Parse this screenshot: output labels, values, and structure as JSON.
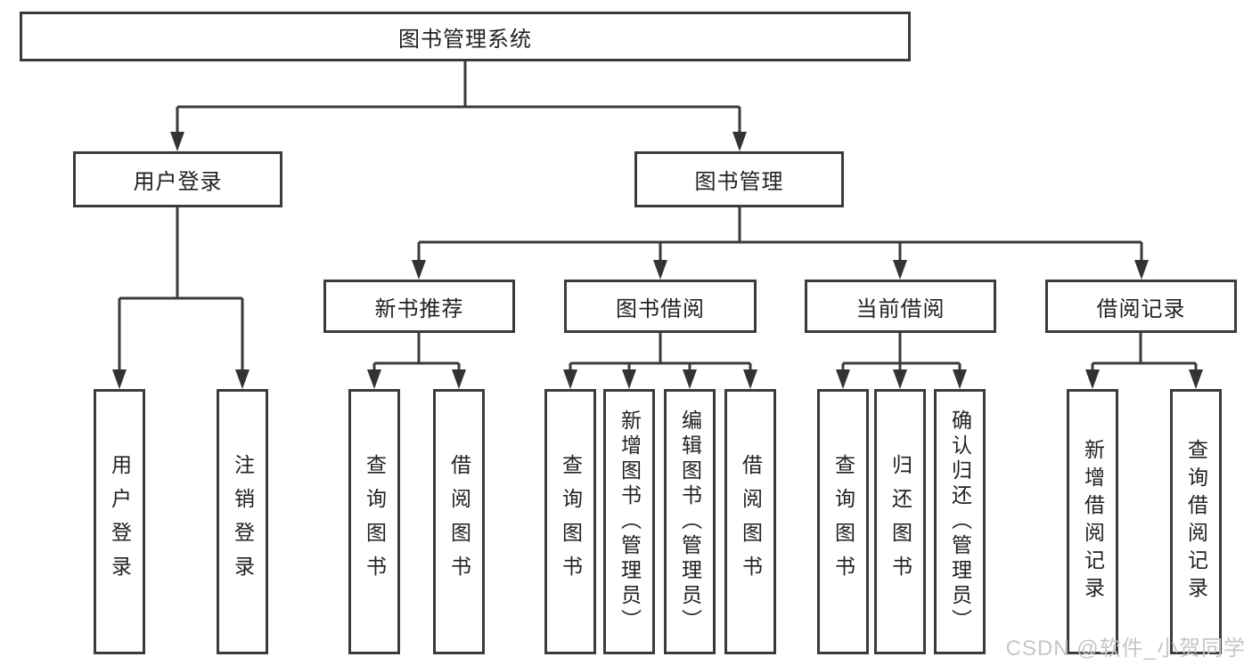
{
  "diagram_title": "图书管理系统",
  "colors": {
    "line": "#3b3b3b",
    "box_border": "#3b3b3b",
    "box_background": "#ffffff",
    "text": "#222222",
    "watermark": "#c8c5c5"
  },
  "watermark": {
    "text": "CSDN @软件_小贺同学"
  },
  "nodes": {
    "root": {
      "label": "图书管理系统"
    },
    "user_login": {
      "label": "用户登录"
    },
    "book_mgmt": {
      "label": "图书管理"
    },
    "new_books": {
      "label": "新书推荐"
    },
    "book_borrow": {
      "label": "图书借阅"
    },
    "current_borrow": {
      "label": "当前借阅"
    },
    "borrow_records": {
      "label": "借阅记录"
    },
    "leaf_user_login": {
      "label": "用户登录"
    },
    "leaf_logout": {
      "label": "注销登录"
    },
    "leaf_nb_query": {
      "label": "查询图书"
    },
    "leaf_nb_borrow": {
      "label": "借阅图书"
    },
    "leaf_bb_query": {
      "label": "查询图书"
    },
    "leaf_bb_add": {
      "label": "新增图书（管理员）"
    },
    "leaf_bb_edit": {
      "label": "编辑图书（管理员）"
    },
    "leaf_bb_borrow": {
      "label": "借阅图书"
    },
    "leaf_cb_query": {
      "label": "查询图书"
    },
    "leaf_cb_return": {
      "label": "归还图书"
    },
    "leaf_cb_confirm": {
      "label": "确认归还（管理员）"
    },
    "leaf_br_add": {
      "label": "新增借阅记录"
    },
    "leaf_br_query": {
      "label": "查询借阅记录"
    }
  }
}
